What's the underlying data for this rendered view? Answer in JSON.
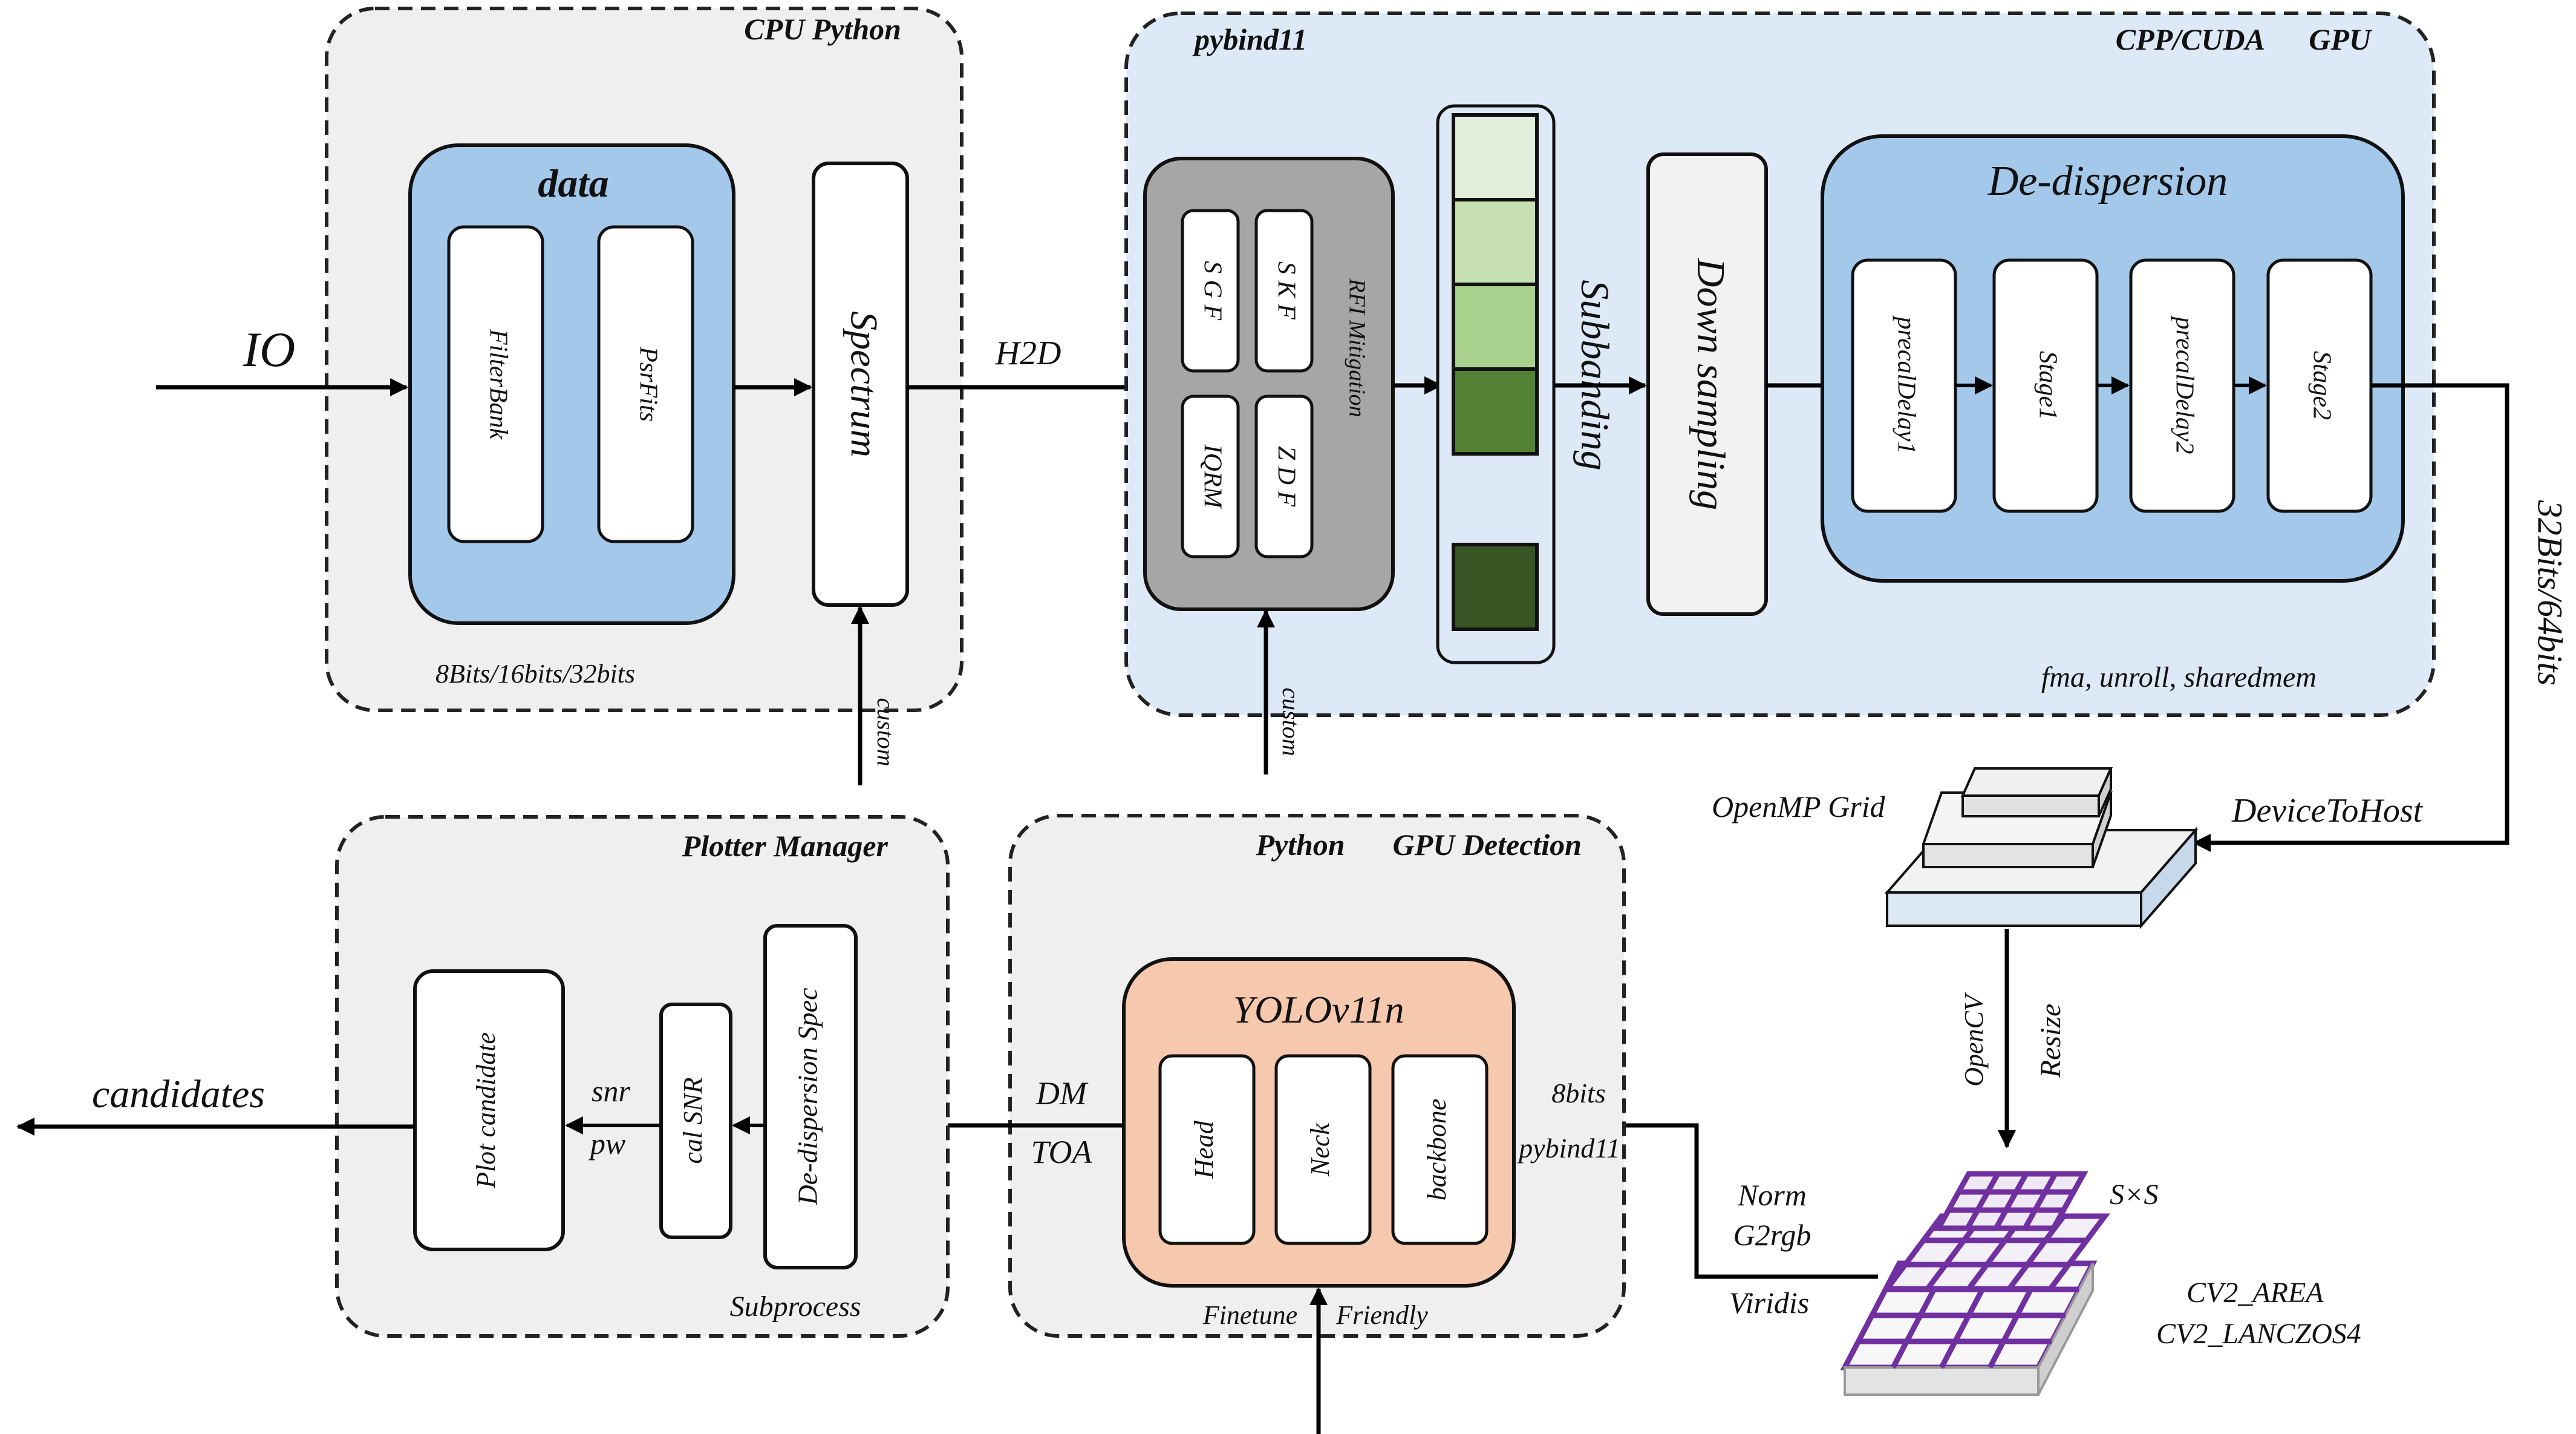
{
  "cpu_region": {
    "title": "CPU Python",
    "bits_note": "8Bits/16bits/32bits"
  },
  "data_block": {
    "title": "data",
    "items": [
      "FilterBank",
      "PsrFits"
    ]
  },
  "spectrum": {
    "label": "Spectrum"
  },
  "io_label": "IO",
  "h2d_label": "H2D",
  "custom_label": "custom",
  "gpu_region": {
    "left_title": "pybind11",
    "title_a": "CPP/CUDA",
    "title_b": "GPU",
    "note": "fma, unroll, sharedmem"
  },
  "rfi": {
    "title": "RFI Mitigation",
    "methods": [
      "S G F",
      "S K F",
      "IQRM",
      "Z D F"
    ]
  },
  "subbanding": {
    "label": "Subbanding",
    "colors": [
      "#e2efdc",
      "#c6e0b4",
      "#a9d18e",
      "#548235",
      "#375623"
    ]
  },
  "downsampling": {
    "label": "Down sampling"
  },
  "dedispersion": {
    "title": "De-dispersion",
    "stages": [
      "precalDelay1",
      "Stage1",
      "precalDelay2",
      "Stage2"
    ]
  },
  "bits_label": "32Bits/64bits",
  "device_to_host": "DeviceToHost",
  "openmp_label": "OpenMP Grid",
  "opencv_label": "OpenCV",
  "resize_label": "Resize",
  "grid_labels": {
    "sxs": "S×S",
    "area": "CV2_AREA",
    "lanczos": "CV2_LANCZOS4"
  },
  "norm_labels": [
    "Norm",
    "G2rgb",
    "Viridis"
  ],
  "detection": {
    "title_a": "Python",
    "title_b": "GPU Detection",
    "model": "YOLOv11n",
    "parts": [
      "Head",
      "Neck",
      "backbone"
    ],
    "bottom_a": "Finetune",
    "bottom_b": "Friendly"
  },
  "input_labels": {
    "bits": "8bits",
    "binding": "pybind11"
  },
  "dm_label": "DM",
  "toa_label": "TOA",
  "plotter": {
    "title": "Plotter Manager",
    "items": [
      "Plot candidate",
      "cal SNR",
      "De-dispersion Spec"
    ],
    "note": "Subprocess"
  },
  "snr_label": "snr",
  "pw_label": "pw",
  "candidates_label": "candidates"
}
